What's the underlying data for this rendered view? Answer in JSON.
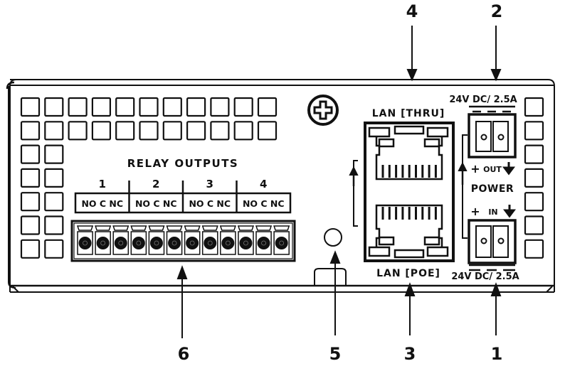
{
  "callouts": [
    {
      "id": "1",
      "label": "1",
      "target": "power-in"
    },
    {
      "id": "2",
      "label": "2",
      "target": "power-out"
    },
    {
      "id": "3",
      "label": "3",
      "target": "lan-poe"
    },
    {
      "id": "4",
      "label": "4",
      "target": "lan-thru"
    },
    {
      "id": "5",
      "label": "5",
      "target": "indicator-led"
    },
    {
      "id": "6",
      "label": "6",
      "target": "relay-terminal-block"
    }
  ],
  "relay": {
    "title": "RELAY OUTPUTS",
    "channels": [
      {
        "number": "1",
        "pins": "NO C NC"
      },
      {
        "number": "2",
        "pins": "NO C NC"
      },
      {
        "number": "3",
        "pins": "NO C NC"
      },
      {
        "number": "4",
        "pins": "NO C NC"
      }
    ],
    "terminal_count": 12
  },
  "lan": {
    "top_label": "LAN [THRU]",
    "bottom_label": "LAN [POE]"
  },
  "power": {
    "title": "POWER",
    "out_rating": "24V DC/ 2.5A",
    "in_rating": "24V DC/ 2.5A",
    "out_plus": "+",
    "out_label": "OUT",
    "in_plus": "+",
    "in_label": "IN"
  },
  "icons": {
    "screw": "phillips-screw-icon",
    "led": "led-indicator-icon",
    "arrow": "arrow-icon"
  },
  "colors": {
    "line": "#111111",
    "background": "#ffffff"
  }
}
